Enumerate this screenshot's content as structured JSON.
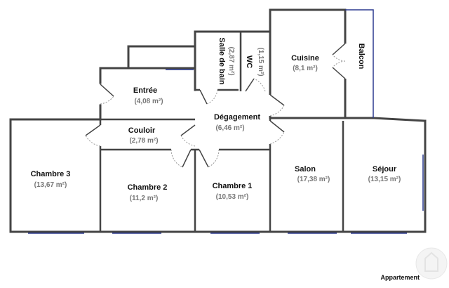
{
  "title": "Appartement",
  "rooms": {
    "balcon": {
      "name": "Balcon"
    },
    "cuisine": {
      "name": "Cuisine",
      "area": "(8,1 m²)"
    },
    "wc": {
      "name": "WC",
      "area": "(1,15 m²)"
    },
    "sdb": {
      "name": "Salle de bain",
      "area": "(2,87 m²)"
    },
    "entree": {
      "name": "Entrée",
      "area": "(4,08 m²)"
    },
    "degagement": {
      "name": "Dégagement",
      "area": "(6,46 m²)"
    },
    "couloir": {
      "name": "Couloir",
      "area": "(2,78 m²)"
    },
    "chambre3": {
      "name": "Chambre 3",
      "area": "(13,67 m²)"
    },
    "chambre2": {
      "name": "Chambre 2",
      "area": "(11,2 m²)"
    },
    "chambre1": {
      "name": "Chambre 1",
      "area": "(10,53 m²)"
    },
    "salon": {
      "name": "Salon",
      "area": "(17,38 m²)"
    },
    "sejour": {
      "name": "Séjour",
      "area": "(13,15 m²)"
    }
  },
  "colors": {
    "wall": "#444444",
    "window": "#2b3a8f",
    "door_arc": "#888888",
    "label": "#111111",
    "area": "#777777"
  }
}
